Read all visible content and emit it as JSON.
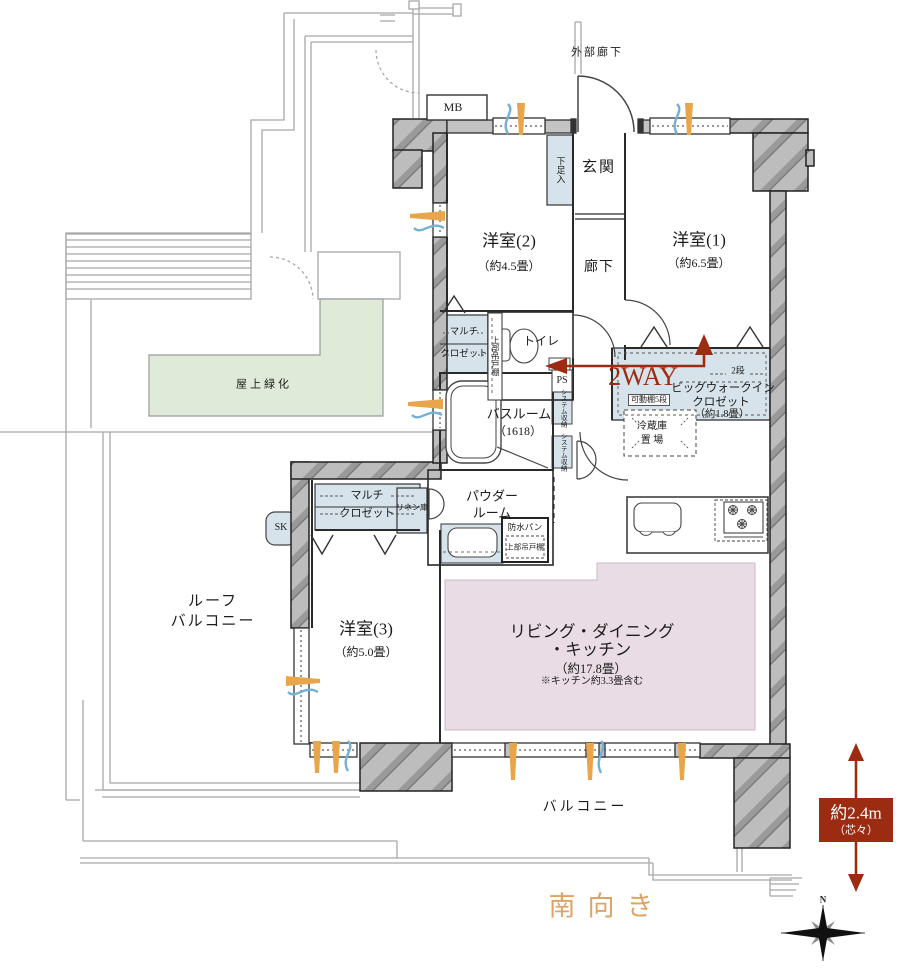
{
  "colors": {
    "accent_red": "#9b2c12",
    "facing_orange": "#dfa365",
    "closet_blue": "#d7e3ea",
    "ldk_pink": "#e9dce5",
    "roof_green": "#dfead9",
    "wall_gray": "#bdbdbd",
    "vent_orange": "#e8a54a",
    "vent_blue": "#74b0d6"
  },
  "exterior": {
    "corridor": "外部廊下",
    "mb": "MB",
    "roof_green": "屋上緑化",
    "roof_balcony_line1": "ルーフ",
    "roof_balcony_line2": "バルコニー",
    "balcony": "バルコニー",
    "facing": "南向き",
    "north": "N",
    "dimension_line1": "約2.4m",
    "dimension_line2": "（芯々）"
  },
  "rooms": {
    "entrance": "玄関",
    "shoe_cabinet": "下足入",
    "corridor": "廊下",
    "bedroom1": {
      "name": "洋室(1)",
      "size": "（約6.5畳）"
    },
    "bedroom2": {
      "name": "洋室(2)",
      "size": "（約4.5畳）"
    },
    "bedroom3": {
      "name": "洋室(3)",
      "size": "（約5.0畳）"
    },
    "toilet": "トイレ",
    "bathroom": {
      "name": "バスルーム",
      "size": "（1618）"
    },
    "powder_line1": "パウダー",
    "powder_line2": "ルーム",
    "ldk": {
      "line1": "リビング・ダイニング",
      "line2": "・キッチン",
      "size": "（約17.8畳）",
      "note": "※キッチン約3.3畳含む"
    }
  },
  "storage": {
    "multi_closet_line1": "マルチ",
    "multi_closet_line2": "クロゼット",
    "upper_cabinet": "上部吊戸棚",
    "wic": {
      "two_way": "2WAY",
      "line1": "ビッグウォークイン",
      "line2": "クロゼット",
      "size": "（約1.8畳）",
      "shelf": "可動棚5段",
      "tier": "2段"
    },
    "fridge_line1": "冷蔵庫",
    "fridge_line2": "置 場",
    "system_storage": "システム収納",
    "linen": "リネン庫",
    "waterproof_pan": "防水パン",
    "sk": "SK",
    "ps": "PS"
  }
}
